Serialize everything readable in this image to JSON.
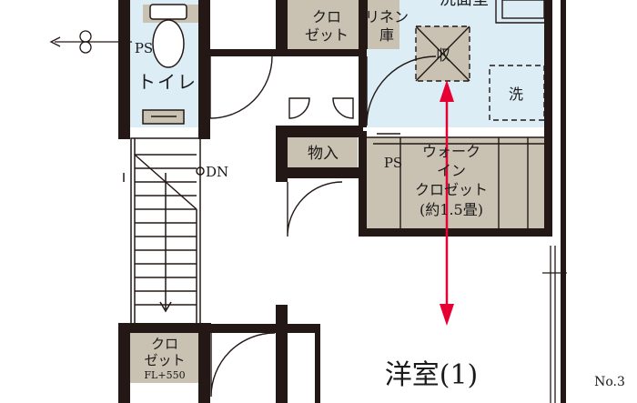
{
  "rooms": {
    "closet_top": {
      "line1": "クロ",
      "line2": "ゼット"
    },
    "linen": {
      "line1": "リネン",
      "line2": "庫"
    },
    "washroom_partial": "洗面室",
    "storage_mark": "収",
    "washer": "洗",
    "toilet": "トイレ",
    "ps_left": "PS",
    "ps_mid": "PS",
    "storage_mid": "物入",
    "walkin": {
      "line1": "ウォーク",
      "line2": "イン",
      "line3": "クロゼット",
      "line4": "(約1.5畳)"
    },
    "stairs_dn": "DN",
    "closet_bottom": {
      "line1": "クロ",
      "line2": "ゼット",
      "line3": "FL+550"
    },
    "bedroom": "洋室(1)"
  },
  "page_number": "No.3",
  "colors": {
    "wall": "#231815",
    "wet_area": "#dcedf6",
    "closet_fill": "#c9c1b1",
    "arrow": "#e60033"
  }
}
